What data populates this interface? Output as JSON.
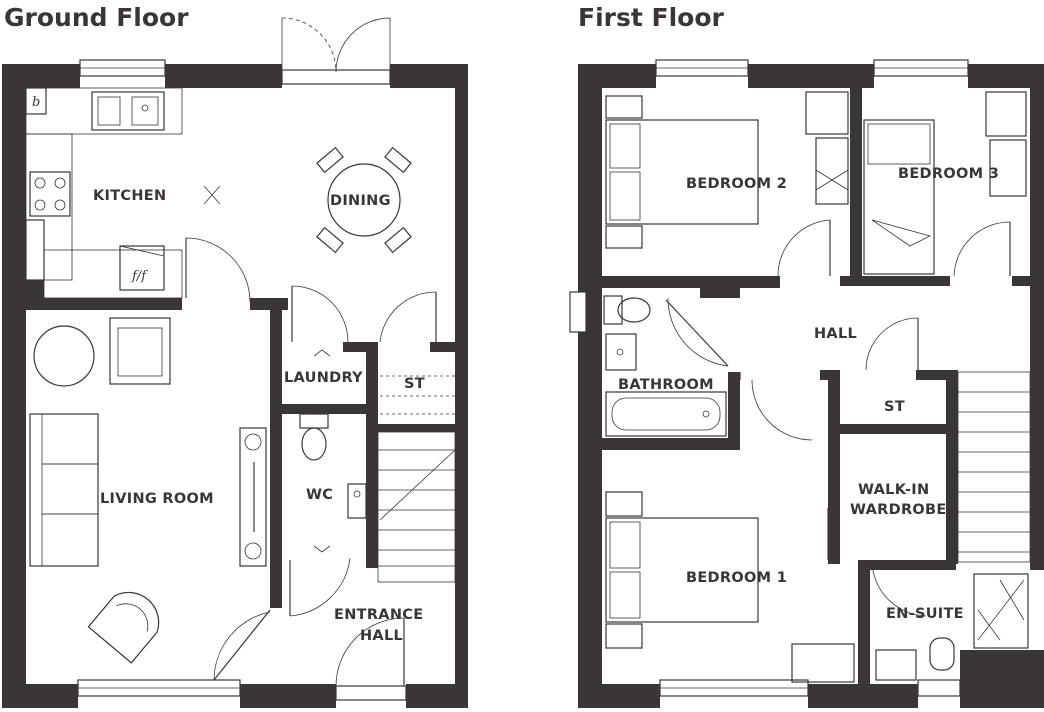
{
  "ground_floor": {
    "heading": "Ground Floor",
    "rooms": {
      "kitchen": "KITCHEN",
      "dining": "DINING",
      "living_room": "LIVING ROOM",
      "laundry": "LAUNDRY",
      "store": "ST",
      "wc": "WC",
      "entrance_hall_line1": "ENTRANCE",
      "entrance_hall_line2": "HALL"
    },
    "labels": {
      "boiler": "b",
      "fridge_freezer": "f/f"
    }
  },
  "first_floor": {
    "heading": "First Floor",
    "rooms": {
      "bedroom_2": "BEDROOM 2",
      "bedroom_3": "BEDROOM 3",
      "hall": "HALL",
      "bathroom": "BATHROOM",
      "store": "ST",
      "walk_in_wardrobe_line1": "WALK-IN",
      "walk_in_wardrobe_line2": "WARDROBE",
      "bedroom_1": "BEDROOM 1",
      "en_suite": "EN-SUITE"
    }
  },
  "colors": {
    "wall": "#3a3536",
    "background": "#ffffff"
  }
}
